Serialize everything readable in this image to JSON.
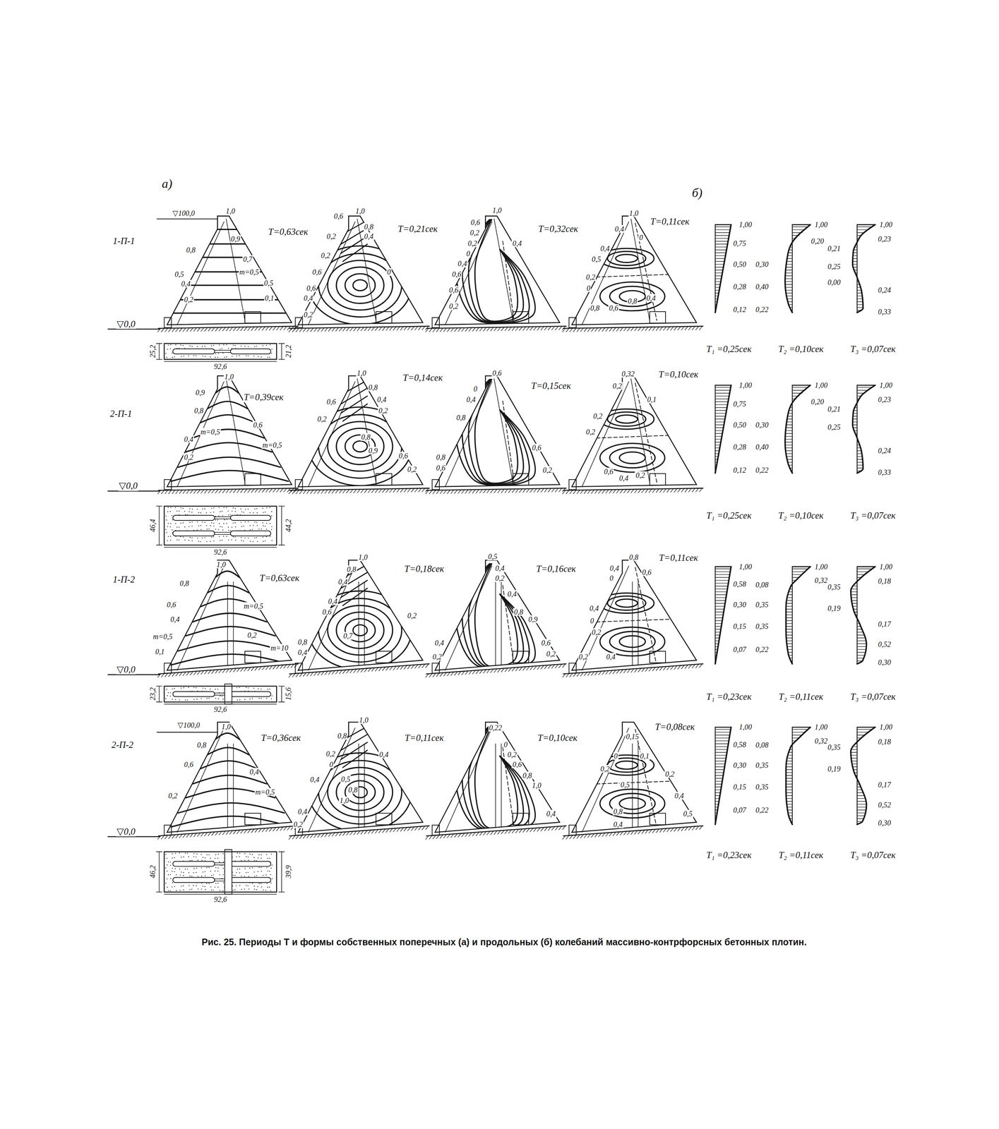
{
  "diagram": {
    "caption": "Рис. 25. Периоды T и формы собственных поперечных (а) и продольных (б) колебаний массивно-контрфорсных бетонных плотин.",
    "labels": [
      "а)",
      "б)",
      "▽100,0",
      "1,0",
      "1-П-1",
      "T=0,63сек",
      "0,8",
      "0,5",
      "0,4",
      "0,2",
      "0,9",
      "0,7",
      "m=0,5",
      "0,5",
      "0,1",
      "▽0,0",
      "1,0",
      "0,6",
      "0,8",
      "0,4",
      "0,2",
      "0,2",
      "0,6",
      "0,6",
      "0,4",
      "0,2",
      "0",
      "T=0,21сек",
      "1,0",
      "0,6",
      "0,2",
      "0,2",
      "0",
      "0,4",
      "0,6",
      "0,6",
      "0,2",
      "0,4",
      "T=0,32сек",
      "1,0",
      "0,4",
      "0",
      "0,4",
      "0,5",
      "0,2",
      "0",
      "0,8",
      "0,4",
      "0,6",
      "0,8",
      "T=0,11сек",
      "25,2",
      "92,6",
      "21,2",
      "1,00",
      "0,75",
      "0,50",
      "0,28",
      "0,12",
      "1,00",
      "0,20",
      "0,30",
      "0,40",
      "0,22",
      "1,00",
      "0,23",
      "0,21",
      "0,25",
      "0,00",
      "0,24",
      "0,33",
      "T₁ =0,25сек",
      "T₂ =0,10сек",
      "T₃ =0,07сек",
      "1,0",
      "T=0,39сек",
      "0,9",
      "2-П-1",
      "0,8",
      "0,4",
      "m=0,5",
      "0,6",
      "m=0,5",
      "0,2",
      "▽0,0",
      "1,0",
      "0,8",
      "T=0,14сек",
      "0,6",
      "0,4",
      "0,2",
      "0,2",
      "0,8",
      "0,9",
      "0,6",
      "0,2",
      "0,6",
      "T=0,15сек",
      "0",
      "0,4",
      "0,8",
      "0,8",
      "0,6",
      "0,6",
      "0,2",
      "0,32",
      "T=0,10сек",
      "0,2",
      "0,1",
      "0,2",
      "0,2",
      "0,6",
      "0,4",
      "0,2",
      "46,4",
      "92,6",
      "44,2",
      "1,00",
      "0,75",
      "0,50",
      "0,28",
      "0,12",
      "1,00",
      "0,20",
      "0,30",
      "0,40",
      "0,22",
      "1,00",
      "0,23",
      "0,21",
      "0,25",
      "0,24",
      "0,33",
      "T₁ =0,25сек",
      "T₂ =0,10сек",
      "T₃ =0,07сек",
      "1,0",
      "T=0,63сек",
      "1-П-2",
      "0,8",
      "0,6",
      "0,4",
      "m=0,5",
      "0,1",
      "m=0,5",
      "0,2",
      "m=10",
      "▽0,0",
      "1,0",
      "0,8",
      "T=0,18сек",
      "0,4",
      "0,4",
      "0,6",
      "0,2",
      "0,7",
      "0,8",
      "0,4",
      "0,5",
      "T=0,16сек",
      "0,4",
      "0,2",
      "0,4",
      "0,8",
      "0,9",
      "0,4",
      "0,2",
      "0,6",
      "0,2",
      "0,8",
      "T=0,11сек",
      "0,4",
      "0,6",
      "0",
      "0,4",
      "0",
      "0,2",
      "0,2",
      "0,4",
      "23,2",
      "92,6",
      "15,6",
      "1,00",
      "0,58",
      "0,30",
      "0,15",
      "0,07",
      "1,00",
      "0,32",
      "0,08",
      "0,35",
      "0,35",
      "0,22",
      "1,00",
      "0,18",
      "0,35",
      "0,19",
      "0,17",
      "0,52",
      "0,30",
      "T₁ =0,23сек",
      "T₂ =0,11сек",
      "T₃ =0,07сек",
      "▽100,0",
      "1,0",
      "T=0,36сек",
      "2-П-2",
      "0,8",
      "0,6",
      "0,4",
      "m=0,5",
      "0,2",
      "▽0,0",
      "1,0",
      "T=0,11сек",
      "0,8",
      "0,2",
      "0,4",
      "0",
      "0,4",
      "0,5",
      "0,8",
      "1,0",
      "0,4",
      "0,2",
      "0,22",
      "T=0,10сек",
      "0",
      "0,2",
      "0,6",
      "0,8",
      "1,0",
      "0,4",
      "0,15",
      "T=0,08сек",
      "0",
      "0,1",
      "0,2",
      "0,5",
      "0,2",
      "0,4",
      "0,8",
      "0,4",
      "0,5",
      "46,2",
      "92,6",
      "39,9",
      "1,00",
      "0,58",
      "0,30",
      "0,15",
      "0,07",
      "1,00",
      "0,32",
      "0,08",
      "0,35",
      "0,35",
      "0,22",
      "1,00",
      "0,18",
      "0,35",
      "0,19",
      "0,17",
      "0,52",
      "0,30",
      "T₁ =0,23сек",
      "T₂ =0,11сек",
      "T₃ =0,07сек"
    ]
  }
}
